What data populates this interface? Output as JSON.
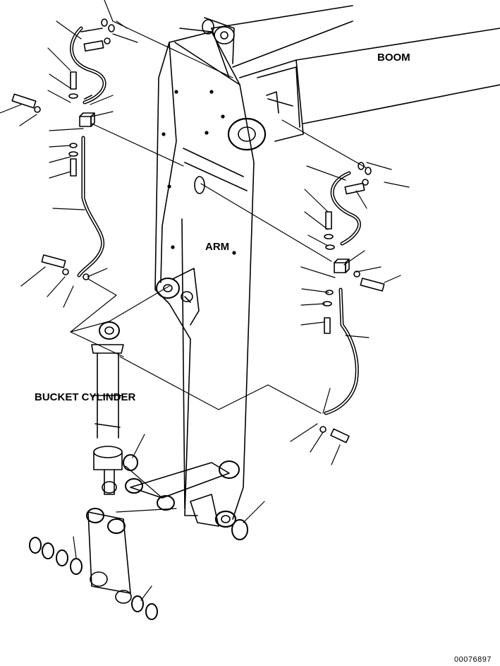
{
  "labels": {
    "boom": "BOOM",
    "arm": "ARM",
    "bucket_cylinder": "BUCKET CYLINDER"
  },
  "figure_code": "00076897",
  "colors": {
    "ink": "#000000",
    "paper": "#ffffff"
  }
}
